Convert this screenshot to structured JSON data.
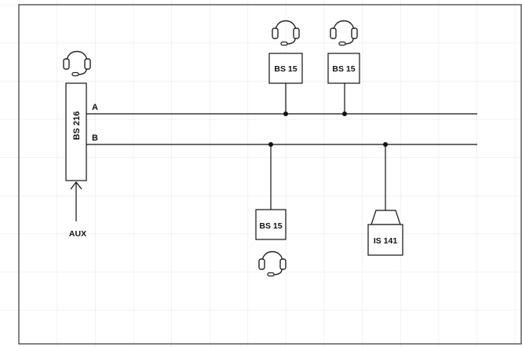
{
  "diagram": {
    "master_station": {
      "label": "BS 216"
    },
    "aux": {
      "label": "AUX"
    },
    "channels": [
      {
        "label": "A"
      },
      {
        "label": "B"
      }
    ],
    "beltpacks": [
      {
        "label": "BS 15",
        "channel": "A"
      },
      {
        "label": "BS 15",
        "channel": "A"
      },
      {
        "label": "BS 15",
        "channel": "B"
      }
    ],
    "speaker": {
      "label": "IS 141",
      "channel": "B"
    }
  }
}
